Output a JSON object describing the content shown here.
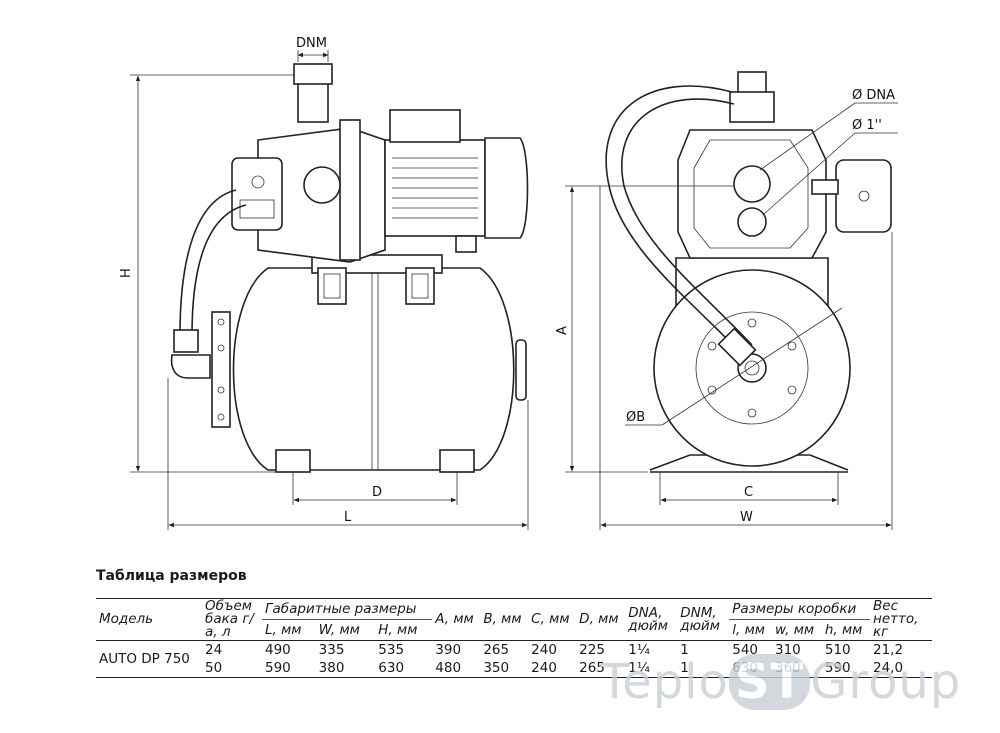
{
  "drawing": {
    "labels": {
      "dnm": "DNM",
      "h": "H",
      "d": "D",
      "l": "L",
      "dna": "Ø DNA",
      "one_inch": "Ø 1''",
      "a": "A",
      "b": "ØB",
      "c": "C",
      "w": "W"
    }
  },
  "table": {
    "title": "Таблица размеров",
    "headers": {
      "model": "Модель",
      "volume": "Объем бака г/а, л",
      "overall": "Габаритные размеры",
      "l": "L, мм",
      "w": "W, мм",
      "h": "H, мм",
      "a": "A, мм",
      "b": "B, мм",
      "c": "C, мм",
      "d": "D, мм",
      "dna": "DNA, дюйм",
      "dnm": "DNM, дюйм",
      "box": "Размеры коробки",
      "bl": "l, мм",
      "bw": "w, мм",
      "bh": "h, мм",
      "weight": "Вес нетто, кг"
    },
    "model": "AUTO DP 750",
    "rows": [
      {
        "volume": "24",
        "l": "490",
        "w": "335",
        "h": "535",
        "a": "390",
        "b": "265",
        "c": "240",
        "d": "225",
        "dna": "1¼",
        "dnm": "1",
        "bl": "540",
        "bw": "310",
        "bh": "510",
        "weight": "21,2"
      },
      {
        "volume": "50",
        "l": "590",
        "w": "380",
        "h": "630",
        "a": "480",
        "b": "350",
        "c": "240",
        "d": "265",
        "dna": "1¼",
        "dnm": "1",
        "bl": "630",
        "bw": "360",
        "bh": "590",
        "weight": "24,0"
      }
    ]
  },
  "watermark": {
    "pre": "Teplo",
    "mid": "ST",
    "post": "Group"
  }
}
